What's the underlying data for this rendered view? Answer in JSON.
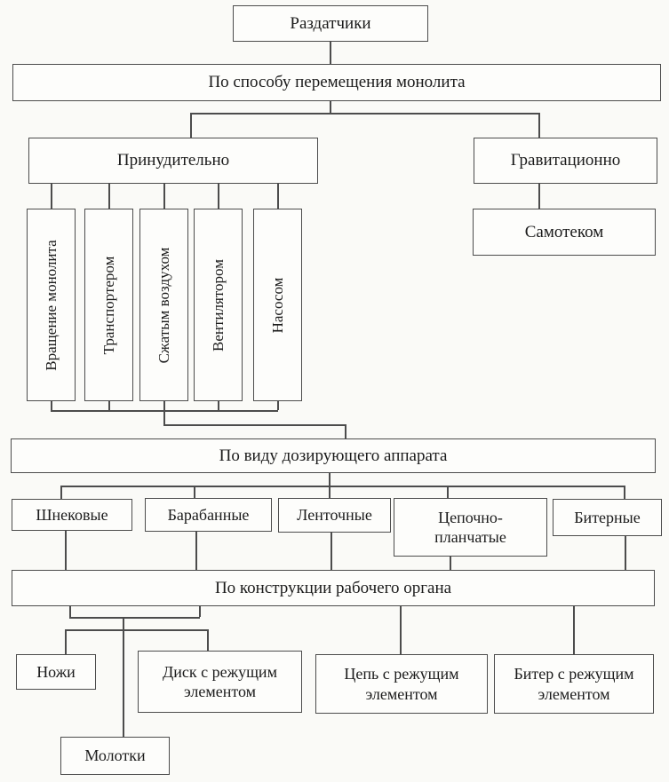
{
  "diagram": {
    "title": "Раздатчики",
    "colors": {
      "line": "#4c4c4c",
      "box_fill": "#fdfdfb",
      "text": "#1b1b1b",
      "background": "#fafaf7"
    },
    "nodes": {
      "root": "Раздатчики",
      "by_movement": "По способу перемещения монолита",
      "forced": "Принудительно",
      "gravitational": "Гравитационно",
      "monolith_rotation": "Вращение монолита",
      "conveyor": "Транспортером",
      "compressed_air": "Сжатым воздухом",
      "fan": "Вентилятором",
      "pump": "Насосом",
      "gravity_flow": "Самотеком",
      "by_dosing": "По виду дозирующего аппарата",
      "screw": "Шнековые",
      "drum": "Барабанные",
      "belt": "Ленточные",
      "chain_slat": "Цепочно-планчатые",
      "beater": "Битерные",
      "by_working_body": "По конструкции рабочего органа",
      "knives": "Ножи",
      "disc_cutting": "Диск с режущим элементом",
      "chain_cutting": "Цепь с режущим элементом",
      "beater_cutting": "Битер с режущим элементом",
      "hammers": "Молотки"
    }
  }
}
